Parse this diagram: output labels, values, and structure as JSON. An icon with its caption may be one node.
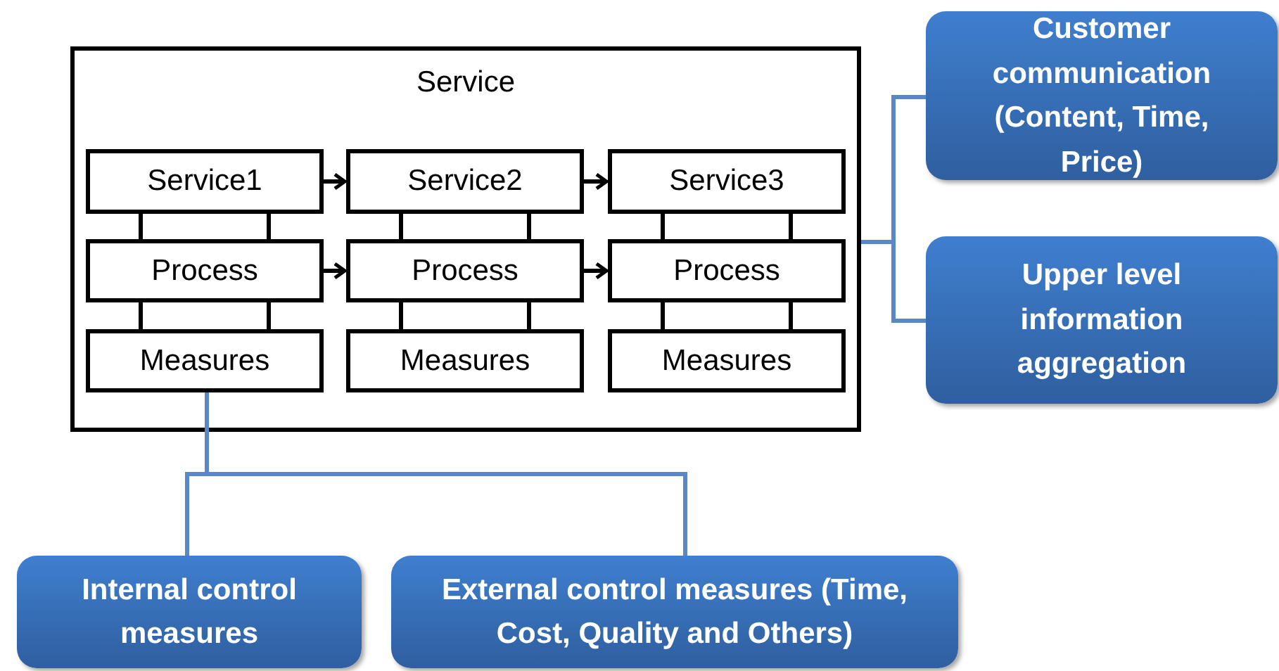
{
  "diagram": {
    "nodes": [
      {
        "text": [
          "Service"
        ]
      },
      {
        "text": [
          "Service1"
        ],
        "in": 0
      },
      {
        "text": [
          "Service2"
        ],
        "in": 0
      },
      {
        "text": [
          "Service3"
        ],
        "in": 0
      },
      {
        "text": [
          "Process"
        ],
        "in": 0
      },
      {
        "text": [
          "Process"
        ],
        "in": 0
      },
      {
        "text": [
          "Process"
        ],
        "in": 0
      },
      {
        "text": [
          "Measures"
        ],
        "in": 0
      },
      {
        "text": [
          "Measures"
        ],
        "in": 0
      },
      {
        "text": [
          "Measures"
        ],
        "in": 0
      },
      {
        "text": [
          "Customer communication (Content, Time, Price)"
        ]
      },
      {
        "text": [
          "Upper level information aggregation"
        ]
      },
      {
        "text": [
          "Internal control measures"
        ]
      },
      {
        "text": [
          "External control measures (Time, Cost, Quality and Others)"
        ]
      }
    ],
    "edges": [
      {
        "from": 1,
        "to": 2,
        "arrow": "to"
      },
      {
        "from": 2,
        "to": 3,
        "arrow": "to"
      },
      {
        "from": 4,
        "to": 5,
        "arrow": "to"
      },
      {
        "from": 5,
        "to": 6,
        "arrow": "to"
      },
      {
        "from": 1,
        "to": 4,
        "arrow": "none"
      },
      {
        "from": 1,
        "to": 4,
        "arrow": "none"
      },
      {
        "from": 2,
        "to": 5,
        "arrow": "none"
      },
      {
        "from": 2,
        "to": 5,
        "arrow": "none"
      },
      {
        "from": 3,
        "to": 6,
        "arrow": "none"
      },
      {
        "from": 3,
        "to": 6,
        "arrow": "none"
      },
      {
        "from": 4,
        "to": 7,
        "arrow": "none"
      },
      {
        "from": 4,
        "to": 7,
        "arrow": "none"
      },
      {
        "from": 5,
        "to": 8,
        "arrow": "none"
      },
      {
        "from": 5,
        "to": 8,
        "arrow": "none"
      },
      {
        "from": 6,
        "to": 9,
        "arrow": "none"
      },
      {
        "from": 6,
        "to": 9,
        "arrow": "none"
      },
      {
        "from": 0,
        "to": 10,
        "arrow": "none",
        "color": "#5a88c6"
      },
      {
        "from": 0,
        "to": 11,
        "arrow": "none",
        "color": "#5a88c6"
      },
      {
        "from": 7,
        "to": 12,
        "arrow": "none",
        "color": "#5a88c6"
      },
      {
        "from": 7,
        "to": 13,
        "arrow": "none",
        "color": "#5a88c6"
      }
    ]
  }
}
